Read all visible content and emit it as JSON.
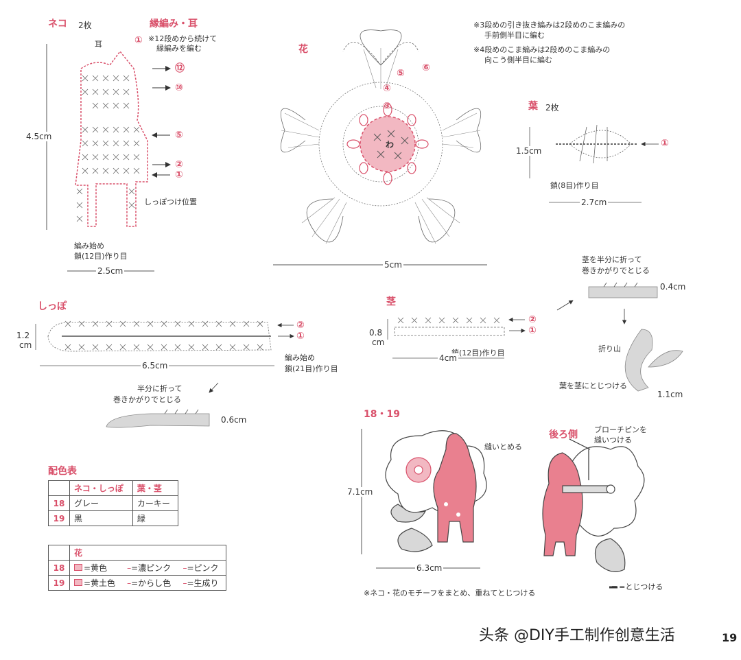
{
  "neko": {
    "title": "ネコ",
    "count": "2枚",
    "edge_title": "縁編み・耳",
    "edge_note_1": "※12段めから続けて",
    "edge_note_2": "縁編みを編む",
    "ear_label": "耳",
    "ear_num": "①",
    "row_12": "⑫",
    "row_10": "⑩",
    "row_5": "⑤",
    "row_2": "②",
    "row_1": "①",
    "tail_pos": "しっぽつけ位置",
    "start_1": "編み始め",
    "start_2": "鎖(12目)作り目",
    "height": "4.5cm",
    "width": "2.5cm"
  },
  "flower": {
    "title": "花",
    "note_1": "※3段めの引き抜き編みは2段めのこま編みの",
    "note_2": "手前側半目に編む",
    "note_3": "※4段めのこま編みは2段めのこま編みの",
    "note_4": "向こう側半目に編む",
    "center": "わ",
    "r3": "③",
    "r4": "④",
    "r5": "⑤",
    "r6": "⑥",
    "width": "5cm"
  },
  "leaf": {
    "title": "葉",
    "count": "2枚",
    "height": "1.5cm",
    "row_1": "①",
    "chain": "鎖(8目)作り目",
    "width": "2.7cm"
  },
  "tail": {
    "title": "しっぽ",
    "height_a": "1.2",
    "height_b": "cm",
    "row_2": "②",
    "row_1": "①",
    "width": "6.5cm",
    "start_1": "編み始め",
    "start_2": "鎖(21目)作り目",
    "fold_1": "半分に折って",
    "fold_2": "巻きかがりでとじる",
    "fold_size": "0.6cm"
  },
  "stem": {
    "title": "茎",
    "height_a": "0.8",
    "height_b": "cm",
    "row_2": "②",
    "row_1": "①",
    "chain": "鎖(12目)作り目",
    "width": "4cm",
    "fold_1": "茎を半分に折って",
    "fold_2": "巻きかがりでとじる",
    "fold_size": "0.4cm",
    "orikami": "折り山",
    "attach": "葉を茎にとじつける",
    "attach_size": "1.1cm"
  },
  "colors": {
    "title": "配色表",
    "h1": "ネコ・しっぽ",
    "h2": "葉・茎",
    "rows": [
      {
        "no": "18",
        "a": "グレー",
        "b": "カーキー"
      },
      {
        "no": "19",
        "a": "黒",
        "b": "緑"
      }
    ],
    "flower_head": "花",
    "flower_rows": [
      {
        "no": "18",
        "c1": "=黄色",
        "c2": "=濃ピンク",
        "c3": "=ピンク"
      },
      {
        "no": "19",
        "c1": "=黄土色",
        "c2": "=からし色",
        "c3": "=生成り"
      }
    ]
  },
  "assembly": {
    "title": "18・19",
    "sew": "縫いとめる",
    "height": "7.1cm",
    "width": "6.3cm",
    "back_title": "後ろ側",
    "pin_1": "ブローチピンを",
    "pin_2": "縫いつける",
    "note": "※ネコ・花のモチーフをまとめ、重ねてとじつける",
    "legend": "━ =とじつける"
  },
  "watermark": "头条 @DIY手工制作创意生活",
  "page_no": "19",
  "palette": {
    "pink": "#d9506a",
    "pale_pink": "#f2b8c2",
    "gray": "#555555"
  }
}
